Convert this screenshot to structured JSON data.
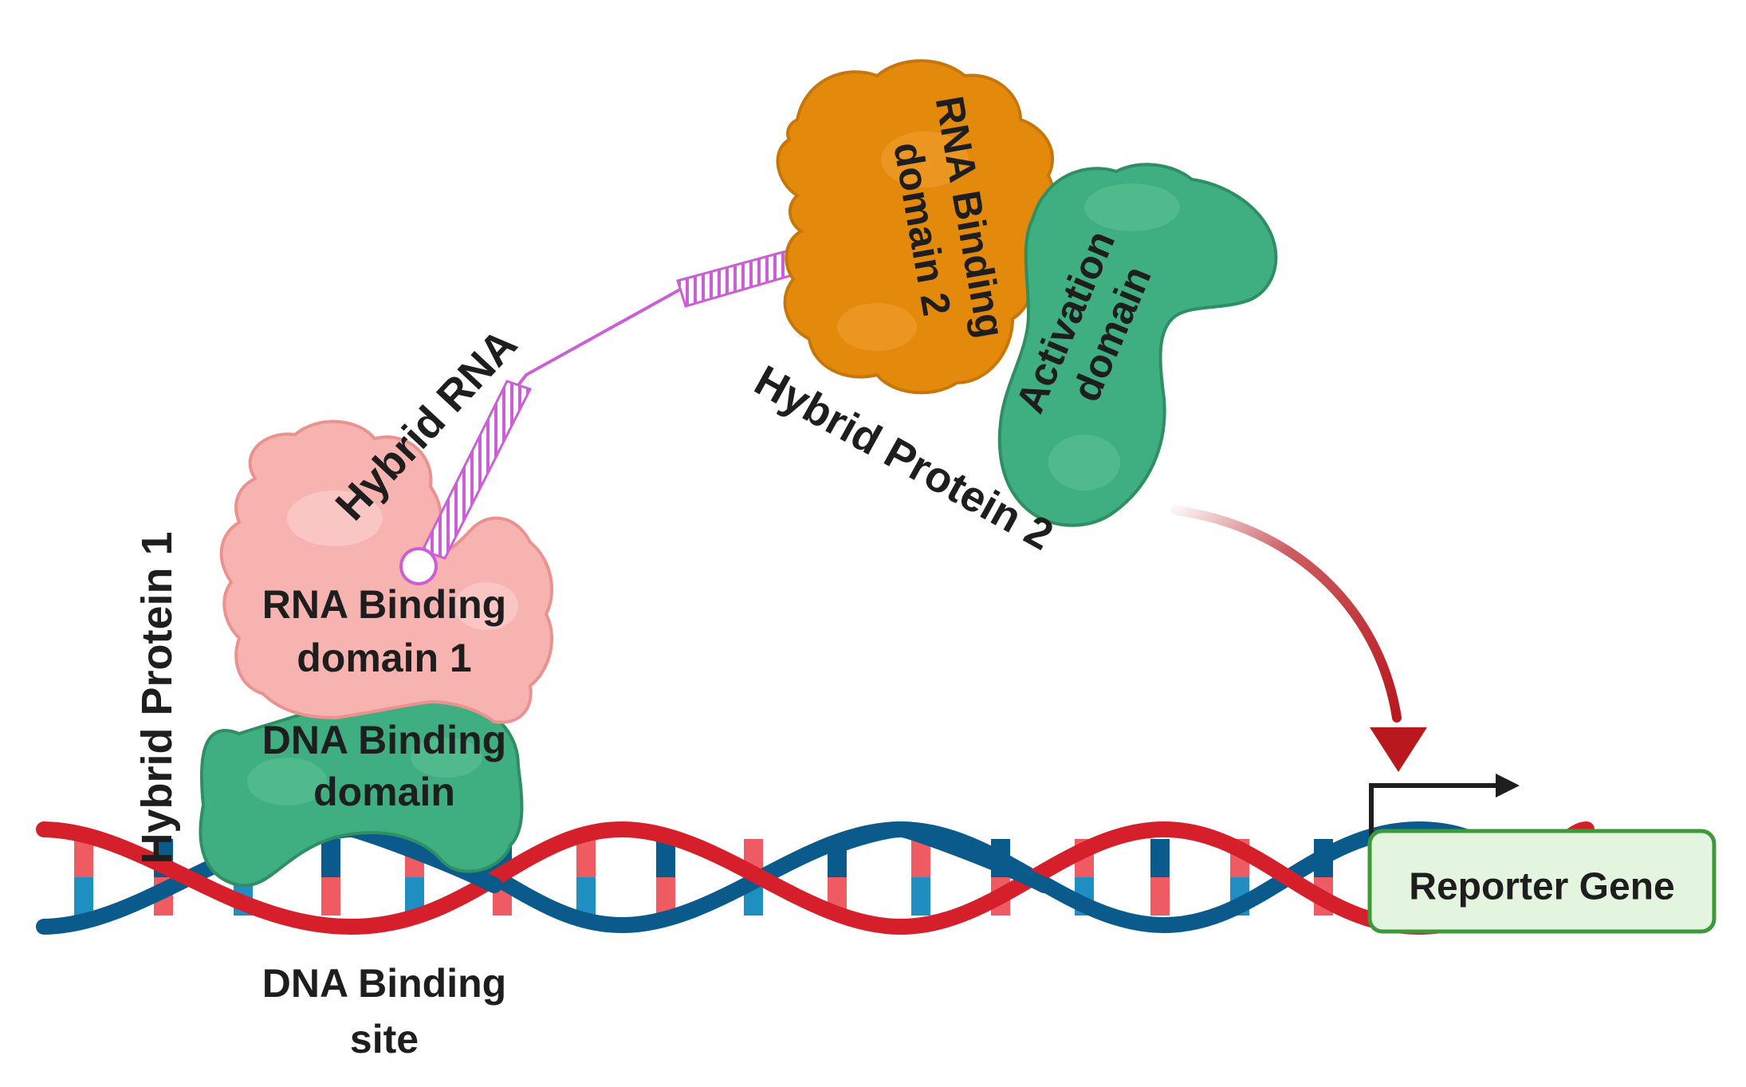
{
  "labels": {
    "hybrid_rna": "Hybrid RNA",
    "hybrid_protein_1": "Hybrid Protein 1",
    "hybrid_protein_2": "Hybrid Protein 2",
    "rna_binding_domain_1": [
      "RNA Binding",
      "domain 1"
    ],
    "rna_binding_domain_2": [
      "RNA Binding",
      "domain 2"
    ],
    "dna_binding_domain": [
      "DNA Binding",
      "domain"
    ],
    "activation_domain": [
      "Activation",
      "domain"
    ],
    "dna_binding_site": [
      "DNA Binding",
      "site"
    ],
    "reporter_gene": "Reporter Gene"
  },
  "colors": {
    "rna_binding_domain_1": "#f7b3b0",
    "rna_binding_domain_2": "#e38a0c",
    "dna_binding_domain": "#3fae80",
    "activation_domain": "#3fae80",
    "dna_strand_red": "#d51f2a",
    "dna_strand_blue": "#0a5a8c",
    "hybrid_rna": "#cc5fd6",
    "reporter_box_fill": "#e4f5df",
    "reporter_box_stroke": "#3d9a3a",
    "activation_arrow": "#b8181e"
  }
}
